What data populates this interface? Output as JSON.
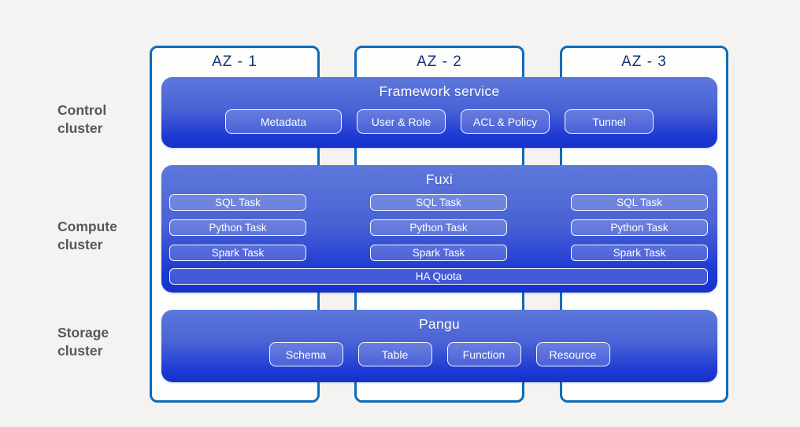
{
  "colors": {
    "background": "#f4f3f1",
    "az_border": "#0c6cba",
    "az_text": "#15356e",
    "box_gradient_top": "#5d78da",
    "box_gradient_bottom": "#1532cd",
    "side_label_text": "#575757",
    "pill_border": "#ffffff"
  },
  "side_labels": [
    {
      "line1": "Control",
      "line2": "cluster"
    },
    {
      "line1": "Compute",
      "line2": "cluster"
    },
    {
      "line1": "Storage",
      "line2": "cluster"
    }
  ],
  "az": [
    "AZ - 1",
    "AZ - 2",
    "AZ - 3"
  ],
  "control": {
    "title": "Framework service",
    "buttons": [
      "Metadata",
      "User & Role",
      "ACL & Policy",
      "Tunnel"
    ]
  },
  "compute": {
    "title": "Fuxi",
    "task_columns": [
      [
        "SQL Task",
        "Python Task",
        "Spark Task"
      ],
      [
        "SQL Task",
        "Python Task",
        "Spark Task"
      ],
      [
        "SQL Task",
        "Python Task",
        "Spark Task"
      ]
    ],
    "ha_label": "HA Quota"
  },
  "storage": {
    "title": "Pangu",
    "buttons": [
      "Schema",
      "Table",
      "Function",
      "Resource"
    ]
  }
}
